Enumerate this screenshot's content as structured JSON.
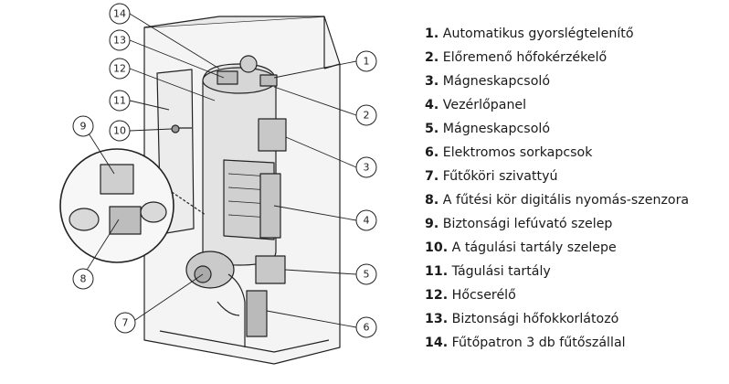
{
  "callouts": [
    "1",
    "2",
    "3",
    "4",
    "5",
    "6",
    "7",
    "8",
    "9",
    "10",
    "11",
    "12",
    "13",
    "14"
  ],
  "legend": [
    {
      "num": "1.",
      "text": "Automatikus gyorslégtelenítő"
    },
    {
      "num": "2.",
      "text": "Előremenő hőfokérzékelő"
    },
    {
      "num": "3.",
      "text": "Mágneskapcsoló"
    },
    {
      "num": "4.",
      "text": "Vezérlőpanel"
    },
    {
      "num": "5.",
      "text": "Mágneskapcsoló"
    },
    {
      "num": "6.",
      "text": "Elektromos sorkapcsok"
    },
    {
      "num": "7.",
      "text": "Fűtőköri szivattyú"
    },
    {
      "num": "8.",
      "text": "A fűtési kör digitális nyomás-szenzora"
    },
    {
      "num": "9.",
      "text": "Biztonsági lefúvató szelep"
    },
    {
      "num": "10.",
      "text": "A tágulási tartály szelepe"
    },
    {
      "num": "11.",
      "text": "Tágulási tartály"
    },
    {
      "num": "12.",
      "text": "Hőcserélő"
    },
    {
      "num": "13.",
      "text": "Biztonsági hőfokkorlátozó"
    },
    {
      "num": "14.",
      "text": "Fűtőpatron 3 db fűtőszállal"
    }
  ]
}
